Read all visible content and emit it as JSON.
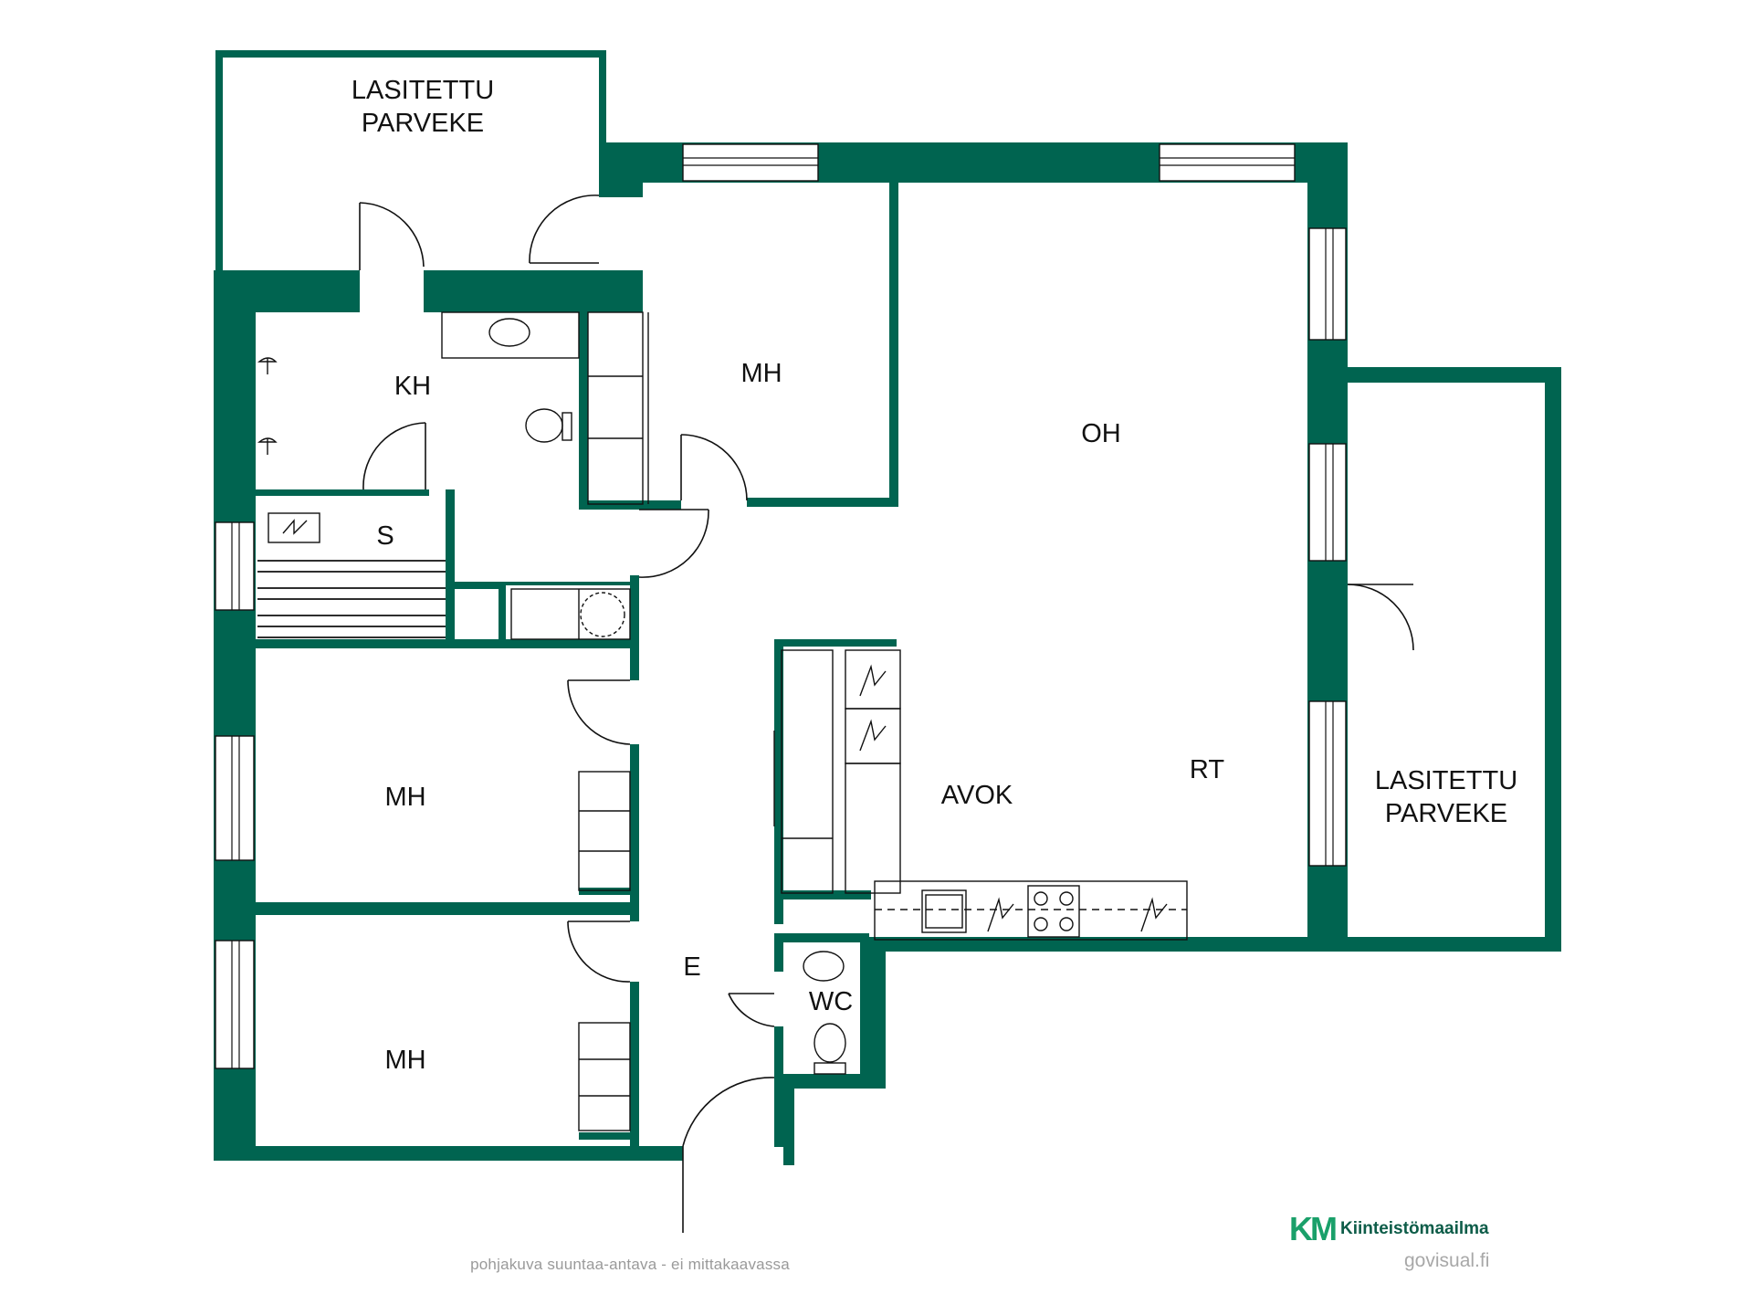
{
  "colors": {
    "wall": "#006450",
    "line": "#111111",
    "window": "#ffffff",
    "brand": "#1aa06a",
    "brand_text": "#0d5c48",
    "note": "#9a9a9a"
  },
  "rooms": {
    "balcony_top": [
      "LASITETTU",
      "PARVEKE"
    ],
    "bathroom": "KH",
    "bedroom_top": "MH",
    "living": "OH",
    "sauna": "S",
    "kitchen": "AVOK",
    "dining": "RT",
    "balcony_right": [
      "LASITETTU",
      "PARVEKE"
    ],
    "bedroom_mid": "MH",
    "bedroom_bottom": "MH",
    "hall": "E",
    "toilet": "WC"
  },
  "footer": {
    "note": "pohjakuva suuntaa-antava - ei mittakaavassa",
    "brand_mark": "KM",
    "brand_name": "Kiinteistömaailma",
    "site": "govisual.fi"
  },
  "icons": [
    "shower-icon",
    "washbasin-icon",
    "toilet-icon",
    "sauna-heater-icon",
    "washing-machine-icon",
    "stove-icon",
    "sink-icon",
    "appliance-icon"
  ]
}
